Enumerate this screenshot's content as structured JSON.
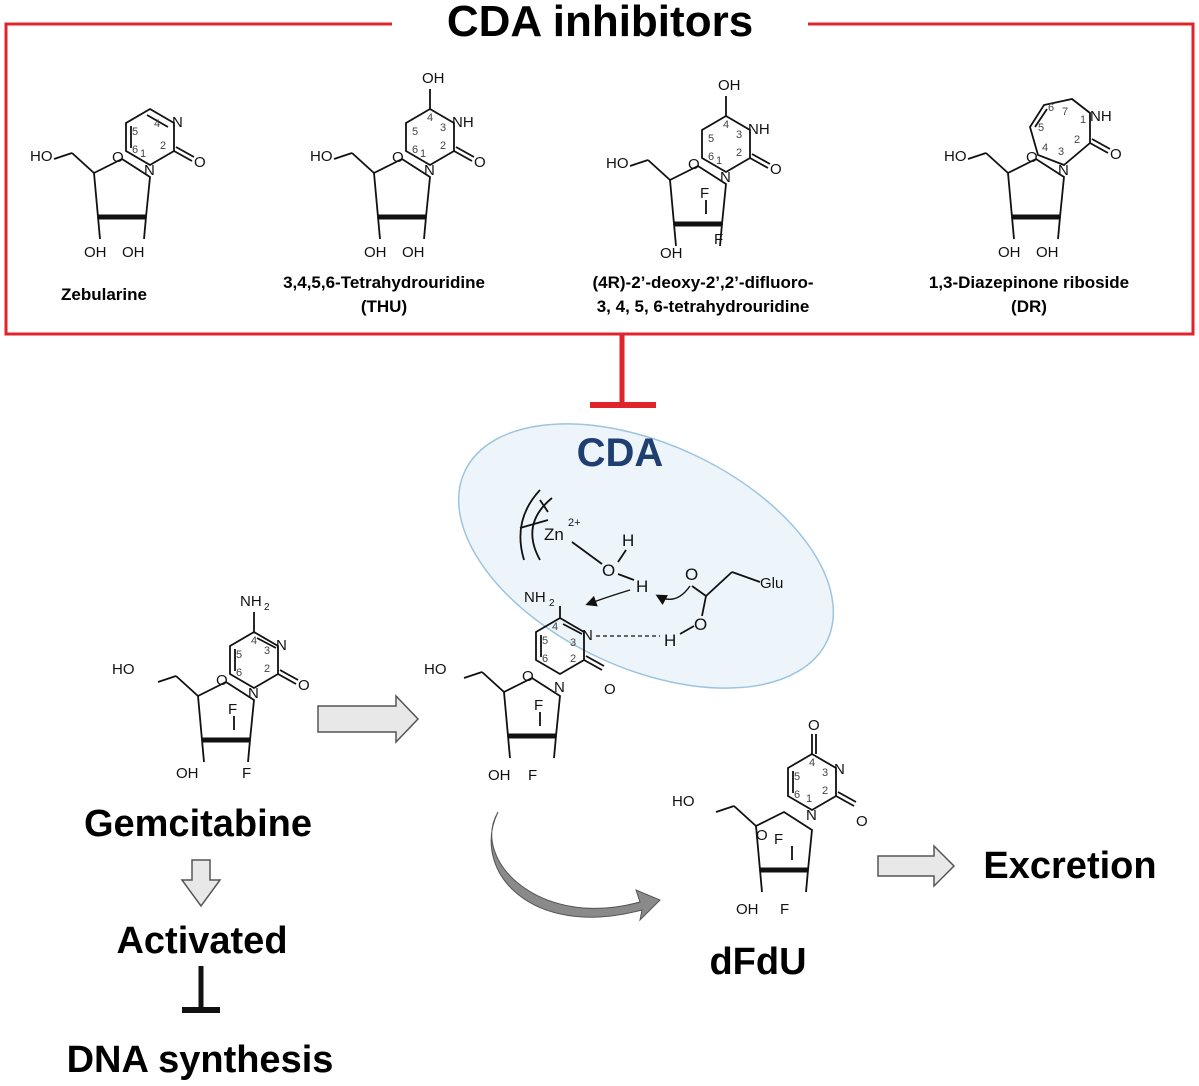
{
  "title": "CDA inhibitors",
  "colors": {
    "frame": "#e0242b",
    "enzyme_label": "#1f3f73",
    "enzyme_ellipse": "#9cc4e0",
    "arrow_fill": "#e8e8e8",
    "curved_arrow": "#8a8a8a"
  },
  "inhibitors": [
    {
      "name": "Zebularine"
    },
    {
      "name_line1": "3,4,5,6-Tetrahydrouridine",
      "name_line2": "(THU)"
    },
    {
      "name_line1": "(4R)-2’-deoxy-2’,2’-difluoro-",
      "name_line2": "3, 4, 5, 6-tetrahydrouridine"
    },
    {
      "name_line1": "1,3-Diazepinone riboside",
      "name_line2": "(DR)"
    }
  ],
  "enzyme": {
    "label": "CDA",
    "zinc": "Zn",
    "zinc_charge": "2+",
    "glu": "Glu"
  },
  "atoms": {
    "ho": "HO",
    "oh": "OH",
    "o": "O",
    "n": "N",
    "nh": "NH",
    "nh2": "NH",
    "nh2_sub": "2",
    "f": "F",
    "h": "H"
  },
  "ring_numbers": {
    "n1": "1",
    "n2": "2",
    "n3": "3",
    "n4": "4",
    "n5": "5",
    "n6": "6",
    "n7": "7"
  },
  "labels": {
    "gemcitabine": "Gemcitabine",
    "activated": "Activated",
    "dna_synthesis": "DNA synthesis",
    "dfdu": "dFdU",
    "excretion": "Excretion"
  }
}
